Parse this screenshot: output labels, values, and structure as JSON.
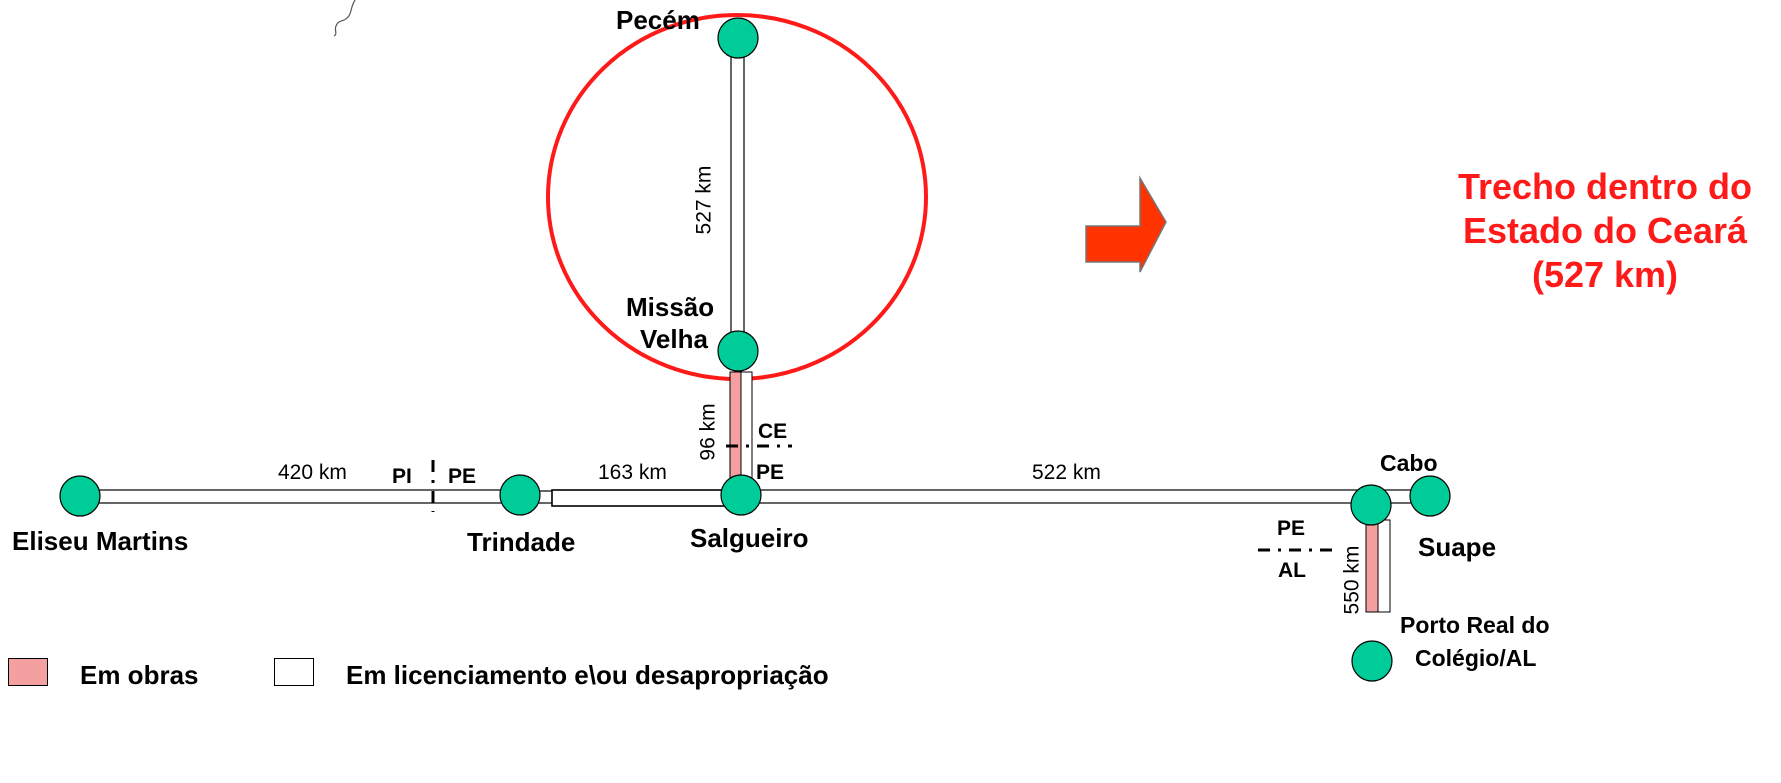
{
  "colors": {
    "station": "#00cc99",
    "in_works": "#f4a0a0",
    "licensing": "#ffffff",
    "highlight": "#ff1a1a",
    "arrow": "#ff3300"
  },
  "stations": {
    "pecem": "Pecém",
    "missao_velha_1": "Missão",
    "missao_velha_2": "Velha",
    "eliseu_martins": "Eliseu Martins",
    "trindade": "Trindade",
    "salgueiro": "Salgueiro",
    "cabo": "Cabo",
    "suape": "Suape",
    "porto_real_1": "Porto Real do",
    "porto_real_2": "Colégio/AL"
  },
  "distances": {
    "pecem_missao": "527 km",
    "missao_salgueiro": "96 km",
    "eliseu_trindade": "420 km",
    "trindade_salgueiro": "163 km",
    "salgueiro_cabo": "522 km",
    "cabo_porto": "550 km"
  },
  "borders": {
    "pi": "PI",
    "pe_west": "PE",
    "ce": "CE",
    "pe_north": "PE",
    "pe_east": "PE",
    "al": "AL"
  },
  "callout": {
    "line1": "Trecho dentro do",
    "line2": "Estado do Ceará",
    "line3": "(527 km)"
  },
  "legend": {
    "in_works": "Em obras",
    "licensing": "Em licenciamento e\\ou desapropriação"
  }
}
